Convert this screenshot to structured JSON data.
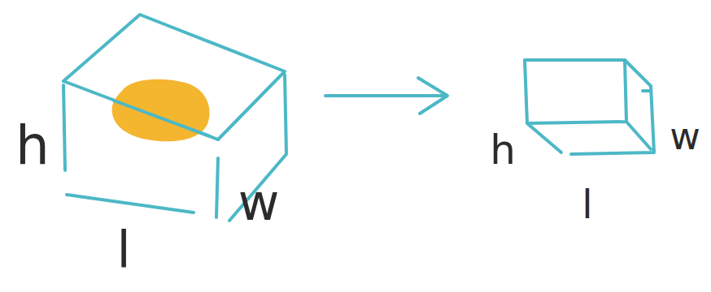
{
  "diagram": {
    "labels": [
      "h",
      "l",
      "w",
      "h",
      "l",
      "w"
    ]
  }
}
